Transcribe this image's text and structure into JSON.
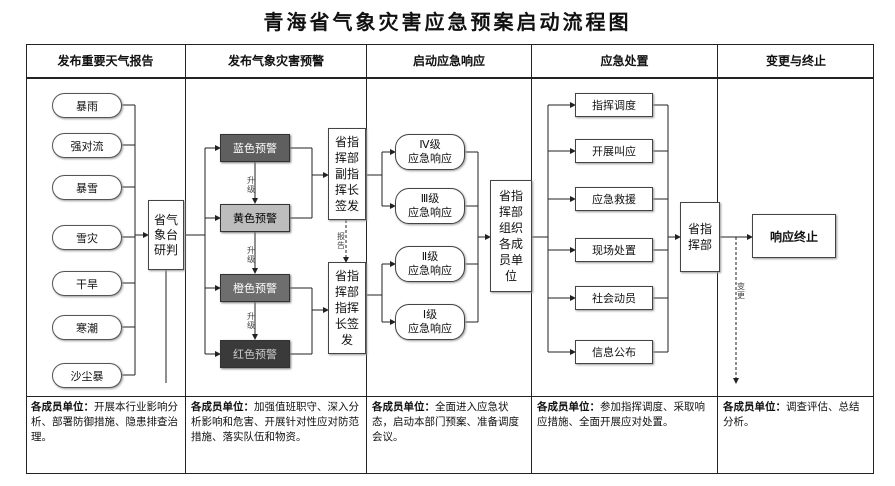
{
  "title": "青海省气象灾害应急预案启动流程图",
  "columns": [
    "发布重要天气报告",
    "发布气象灾害预警",
    "启动应急响应",
    "应急处置",
    "变更与终止"
  ],
  "weather_events": [
    "暴雨",
    "强对流",
    "暴雪",
    "雪灾",
    "干旱",
    "寒潮",
    "沙尘暴"
  ],
  "research_box": "省气象台研判",
  "warnings": [
    "蓝色预警",
    "黄色预警",
    "橙色预警",
    "红色预警"
  ],
  "escalate_label": "升级",
  "deputy_signer": "省指挥部副指挥长签发",
  "chief_signer": "省指挥部指挥长签发",
  "report_label": "报告",
  "responses": [
    {
      "level": "Ⅳ级",
      "label": "应急响应"
    },
    {
      "level": "Ⅲ级",
      "label": "应急响应"
    },
    {
      "level": "Ⅱ级",
      "label": "应急响应"
    },
    {
      "level": "Ⅰ级",
      "label": "应急响应"
    }
  ],
  "member_units_box": "省指挥部组织各成员单位",
  "actions": [
    "指挥调度",
    "开展叫应",
    "应急救援",
    "现场处置",
    "社会动员",
    "信息公布"
  ],
  "hq_box": "省指挥部",
  "end_box": "响应终止",
  "change_label": "变更",
  "footers": [
    {
      "lead": "各成员单位：",
      "text": "开展本行业影响分析、部署防御措施、隐患排查治理。"
    },
    {
      "lead": "各成员单位：",
      "text": "加强值班职守、深入分析影响和危害、开展针对性应对防范措施、落实队伍和物资。"
    },
    {
      "lead": "各成员单位：",
      "text": "全面进入应急状态，启动本部门预案、准备调度会议。"
    },
    {
      "lead": "各成员单位：",
      "text": "参加指挥调度、采取响应措施、全面开展应对处置。"
    },
    {
      "lead": "各成员单位：",
      "text": "调查评估、总结分析。"
    }
  ],
  "colors": {
    "blue": "#5f5f5f",
    "yellow": "#bdbdbd",
    "orange": "#6e6e6e",
    "red": "#3a3a3a"
  }
}
